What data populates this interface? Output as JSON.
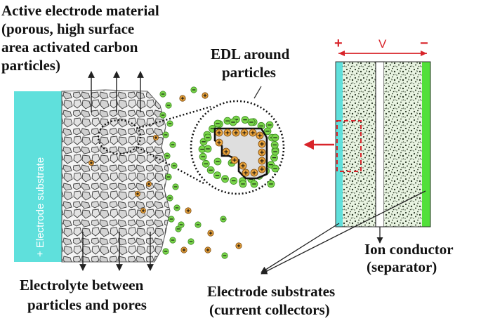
{
  "labels": {
    "active_material": [
      "Active electrode material",
      "(porous, high surface",
      "area activated carbon",
      "particles)"
    ],
    "edl": [
      "EDL around",
      "particles"
    ],
    "ion_conductor": [
      "Ion conductor",
      "(separator)"
    ],
    "electrolyte": [
      "Electrolyte between",
      "particles and pores"
    ],
    "substrates": [
      "Electrode substrates",
      "(current collectors)"
    ],
    "substrate_bar": "+ Electrode substrate",
    "voltage": "V",
    "plus": "+",
    "minus": "−"
  },
  "colors": {
    "substrate_cyan": "#5fe0dc",
    "ion_green": "#79d64a",
    "positive_ion": "#e8a23a",
    "collector_green": "#52e03a",
    "arrow_red": "#d8242a",
    "dots": "#222222"
  }
}
